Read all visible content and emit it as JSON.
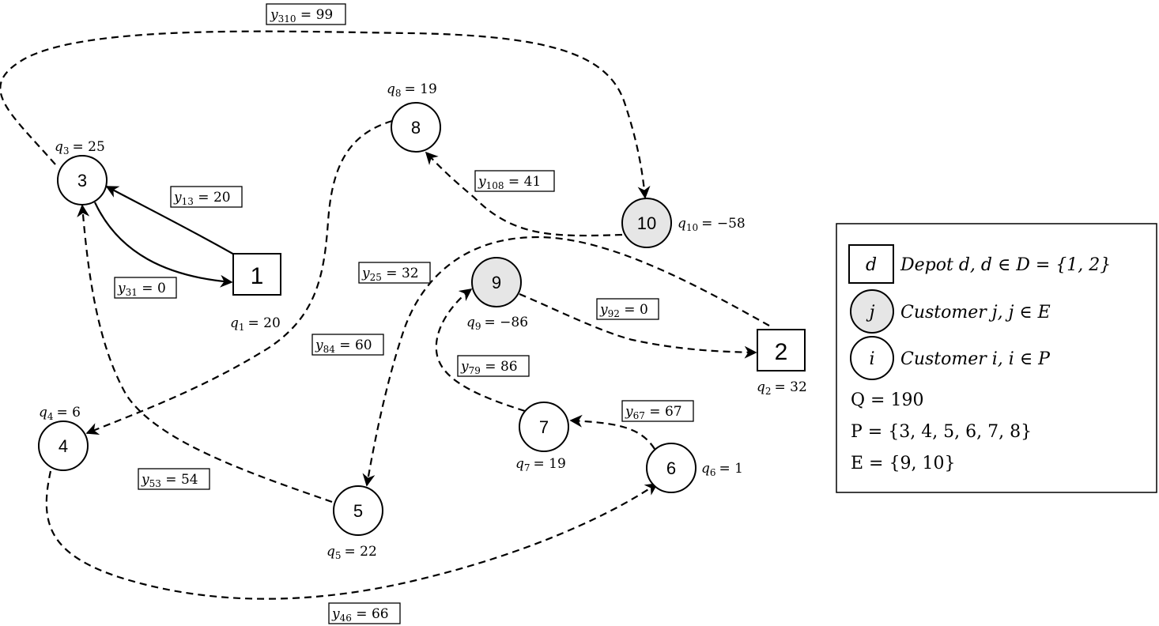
{
  "nodes": {
    "n1": {
      "label": "1",
      "demand": "q",
      "demand_sub": "1",
      "demand_val": "= 20"
    },
    "n2": {
      "label": "2",
      "demand": "q",
      "demand_sub": "2",
      "demand_val": "= 32"
    },
    "n3": {
      "label": "3",
      "demand": "q",
      "demand_sub": "3",
      "demand_val": "= 25"
    },
    "n4": {
      "label": "4",
      "demand": "q",
      "demand_sub": "4",
      "demand_val": "= 6"
    },
    "n5": {
      "label": "5",
      "demand": "q",
      "demand_sub": "5",
      "demand_val": "= 22"
    },
    "n6": {
      "label": "6",
      "demand": "q",
      "demand_sub": "6",
      "demand_val": "= 1"
    },
    "n7": {
      "label": "7",
      "demand": "q",
      "demand_sub": "7",
      "demand_val": "= 19"
    },
    "n8": {
      "label": "8",
      "demand": "q",
      "demand_sub": "8",
      "demand_val": "= 19"
    },
    "n9": {
      "label": "9",
      "demand": "q",
      "demand_sub": "9",
      "demand_val": "= −86"
    },
    "n10": {
      "label": "10",
      "demand": "q",
      "demand_sub": "10",
      "demand_val": "= −58"
    }
  },
  "flows": {
    "f310": {
      "var": "y",
      "sub": "310",
      "val": " = 99"
    },
    "f13": {
      "var": "y",
      "sub": "13",
      "val": " = 20"
    },
    "f31": {
      "var": "y",
      "sub": "31",
      "val": " = 0"
    },
    "f108": {
      "var": "y",
      "sub": "108",
      "val": " = 41"
    },
    "f25": {
      "var": "y",
      "sub": "25",
      "val": " = 32"
    },
    "f92": {
      "var": "y",
      "sub": "92",
      "val": " = 0"
    },
    "f84": {
      "var": "y",
      "sub": "84",
      "val": " = 60"
    },
    "f79": {
      "var": "y",
      "sub": "79",
      "val": " = 86"
    },
    "f67": {
      "var": "y",
      "sub": "67",
      "val": " = 67"
    },
    "f53": {
      "var": "y",
      "sub": "53",
      "val": " = 54"
    },
    "f46": {
      "var": "y",
      "sub": "46",
      "val": " = 66"
    }
  },
  "legend": {
    "depot_symbol": "d",
    "depot_text": "Depot d, d ∈ D = {1, 2}",
    "customer_e_symbol": "j",
    "customer_e_text": "Customer j, j ∈ E",
    "customer_p_symbol": "i",
    "customer_p_text": "Customer i, i ∈ P",
    "capacity": "Q = 190",
    "set_p": "P = {3, 4, 5, 6, 7, 8}",
    "set_e": "E = {9, 10}"
  },
  "colors": {
    "stroke": "#000000",
    "customer_e_fill": "#e6e6e6",
    "customer_p_fill": "#ffffff"
  }
}
